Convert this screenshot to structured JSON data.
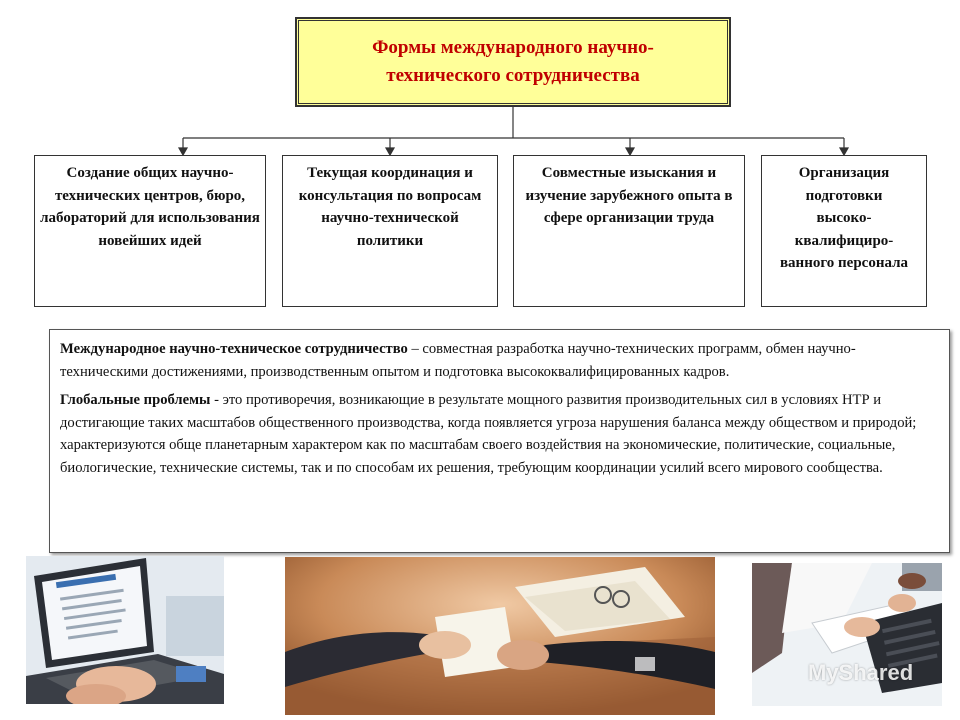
{
  "diagram": {
    "title": "Формы международного научно-технического сотрудничества",
    "title_color": "#c00000",
    "title_bg": "#ffff99",
    "children": [
      {
        "label": "Создание общих научно-технических центров, бюро, лабораторий для использования новейших идей"
      },
      {
        "label": "Текущая координация и консультация по вопросам научно-технической политики"
      },
      {
        "label": "Совместные изыскания и изучение зарубежного опыта в сфере организации труда"
      },
      {
        "label": "Организация подготовки высоко-квалифициро-ванного персонала"
      }
    ]
  },
  "definitions": {
    "def1_term": "Международное научно-техническое сотрудничество",
    "def1_text": " – совместная разработка научно-технических программ, обмен научно-техническими достижениями, производственным опытом и подготовка высококвалифицированных кадров.",
    "def2_term": "Глобальные проблемы",
    "def2_text": " - это противоречия, возникающие в результате мощного развития производительных сил в условиях НТР и достигающие таких масштабов общественного производства, когда появляется угроза нарушения баланса между обществом и природой; характеризуются обще планетарным характером как по масштабам своего воздействия на экономические, политические, социальные, биологические, технические системы, так и по способам их решения, требующим координации усилий всего мирового сообщества."
  },
  "photos": {
    "laptop": "laptop-typing-photo",
    "handshake": "document-handover-photo",
    "keyboard": "keyboard-writing-photo"
  },
  "watermark": "MyShared"
}
